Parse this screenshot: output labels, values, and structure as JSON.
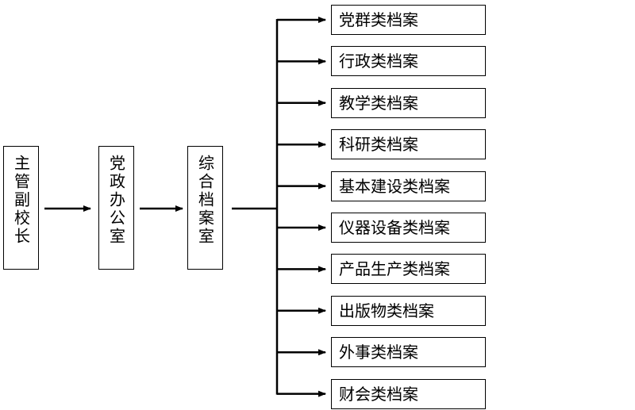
{
  "chain": [
    {
      "id": "principal",
      "label": "主管副校长"
    },
    {
      "id": "office",
      "label": "党政办公室"
    },
    {
      "id": "archive",
      "label": "综合档案室"
    }
  ],
  "categories": [
    "党群类档案",
    "行政类档案",
    "教学类档案",
    "科研类档案",
    "基本建设类档案",
    "仪器设备类档案",
    "产品生产类档案",
    "出版物类档案",
    "外事类档案",
    "财会类档案"
  ]
}
